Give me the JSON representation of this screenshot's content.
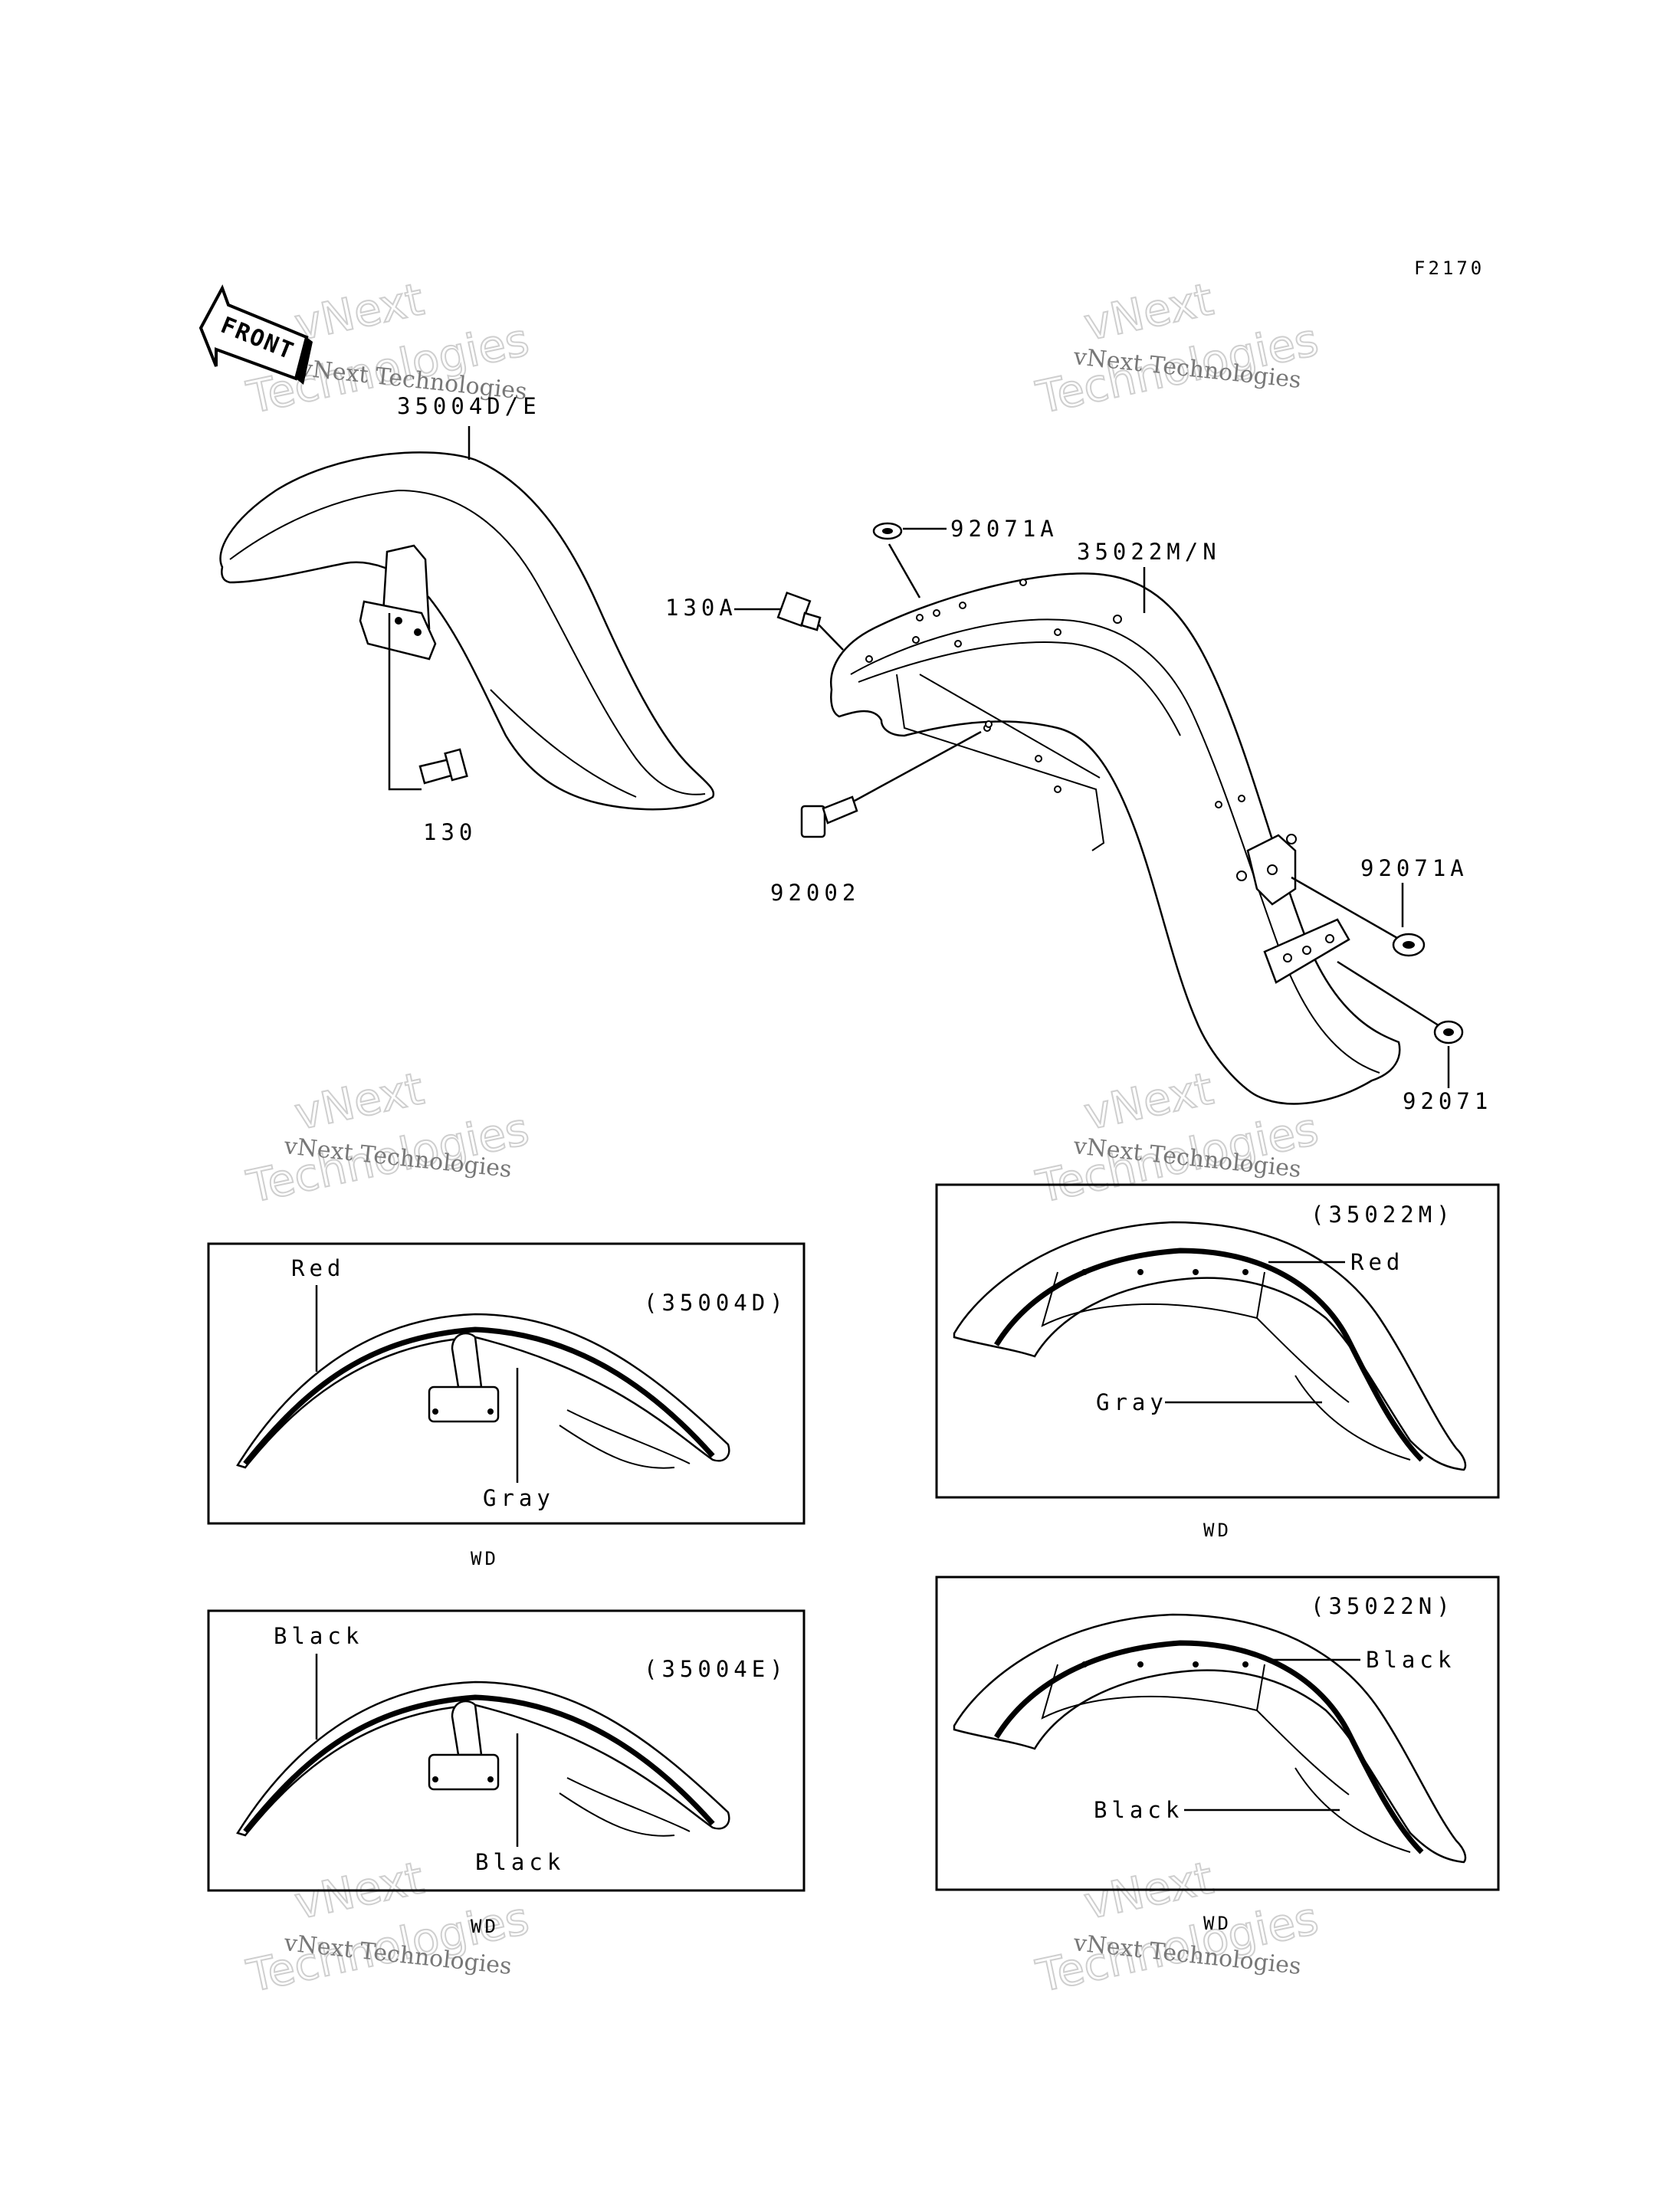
{
  "figure_code": "F2170",
  "front_label": "FRONT",
  "watermark": {
    "line1": "vNext Technologies",
    "line2": "vNext",
    "line3": "Technologies"
  },
  "parts": {
    "front_fender": "35004D/E",
    "rear_fender": "35022M/N",
    "bolt_front": "130",
    "bolt_rear_top": "130A",
    "bolt_rear": "92002",
    "grommet_top": "92071A",
    "grommet_side": "92071A",
    "grommet_lower": "92071"
  },
  "panels": [
    {
      "code": "(35004D)",
      "stripe": "Red",
      "body": "Gray",
      "note": "WD"
    },
    {
      "code": "(35004E)",
      "stripe": "Black",
      "body": "Black",
      "note": "WD"
    },
    {
      "code": "(35022M)",
      "stripe": "Red",
      "body": "Gray",
      "note": "WD"
    },
    {
      "code": "(35022N)",
      "stripe": "Black",
      "body": "Black",
      "note": "WD"
    }
  ]
}
